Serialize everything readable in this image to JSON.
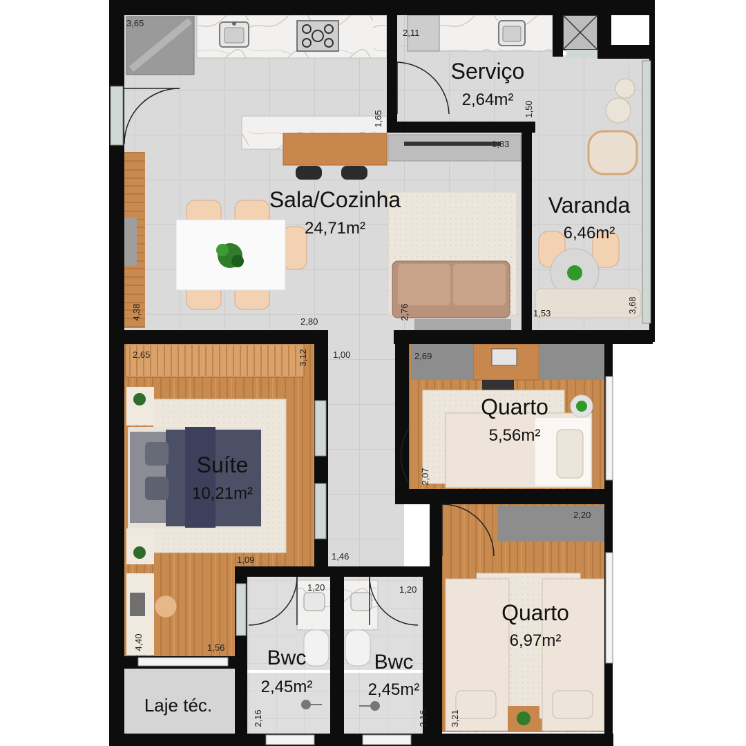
{
  "colors": {
    "wall": "#0d0d0d",
    "floor_tile": "#d9d9d9",
    "tile_line": "#c4c4c4",
    "wood": "#c98a4f",
    "wood_dark": "#a86b35",
    "marble": "#f1f0ee",
    "rug": "#ece6dc",
    "sofa": "#b89278",
    "table": "#f7f7f7",
    "bed_cover": "#4b5066",
    "bed_white": "#f3ede6",
    "plant": "#2f7d2a",
    "chair": "#f0c9a8",
    "glass": "#cfd8d2"
  },
  "rooms": {
    "sala": {
      "name": "Sala/Cozinha",
      "area": "24,71m²"
    },
    "servico": {
      "name": "Serviço",
      "area": "2,64m²"
    },
    "varanda": {
      "name": "Varanda",
      "area": "6,46m²"
    },
    "suite": {
      "name": "Suíte",
      "area": "10,21m²"
    },
    "quarto1": {
      "name": "Quarto",
      "area": "5,56m²"
    },
    "quarto2": {
      "name": "Quarto",
      "area": "6,97m²"
    },
    "bwc1": {
      "name": "Bwc",
      "area": "2,45m²"
    },
    "bwc2": {
      "name": "Bwc",
      "area": "2,45m²"
    },
    "laje": {
      "name": "Laje téc."
    }
  },
  "dimensions": {
    "d365": "3,65",
    "d211": "2,11",
    "d150": "1,50",
    "d165": "1,65",
    "d183": "1,83",
    "d438": "4,38",
    "d280": "2,80",
    "d276": "2,76",
    "d153": "1,53",
    "d368": "3,68",
    "d265": "2,65",
    "d312": "3,12",
    "d100": "1,00",
    "d269": "2,69",
    "d207": "2,07",
    "d220": "2,20",
    "d109": "1,09",
    "d146": "1,46",
    "d120a": "1,20",
    "d120b": "1,20",
    "d440": "4,40",
    "d156": "1,56",
    "d216a": "2,16",
    "d216b": "2,16",
    "d321": "3,21"
  },
  "icons": {
    "sink": "sink-icon",
    "stove": "stove-icon",
    "plant": "plant-icon",
    "toilet": "toilet-icon",
    "shower": "shower-icon"
  }
}
